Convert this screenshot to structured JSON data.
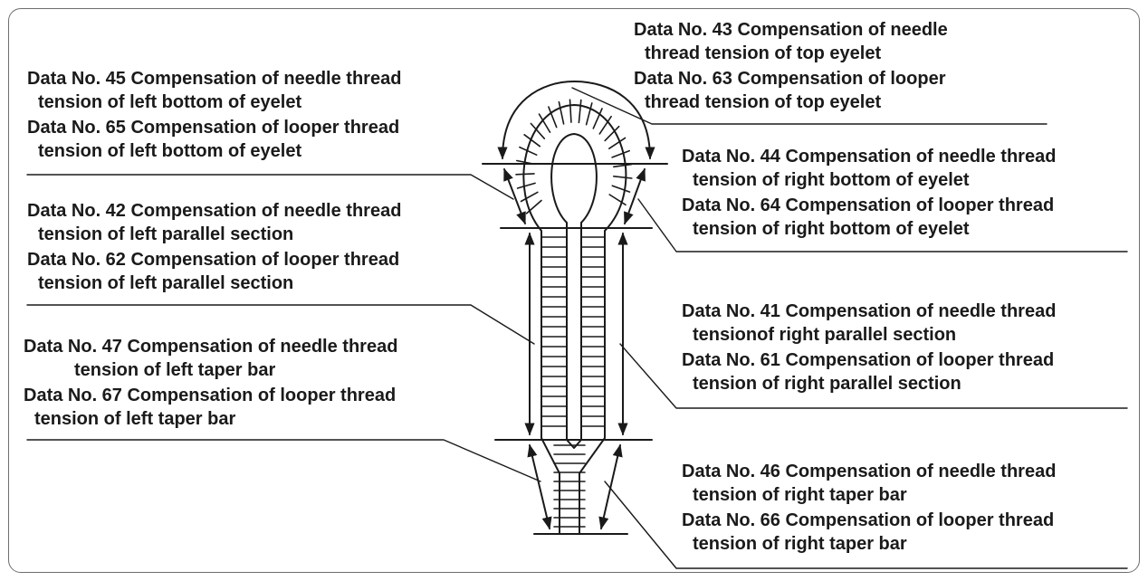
{
  "labels": {
    "top": {
      "line1": "Data No. 43  Compensation of needle",
      "line2": "thread tension of top eyelet",
      "line3": "Data No. 63  Compensation of looper",
      "line4": "thread tension of top eyelet"
    },
    "left_bottom": {
      "line1": "Data No. 45  Compensation of needle thread",
      "line2": "tension of left bottom of eyelet",
      "line3": "Data No. 65  Compensation of looper thread",
      "line4": "tension of left bottom of eyelet"
    },
    "right_bottom": {
      "line1": "Data No. 44  Compensation of needle thread",
      "line2": "tension of right bottom of eyelet",
      "line3": "Data No. 64  Compensation of looper thread",
      "line4": "tension of right bottom of eyelet"
    },
    "left_parallel": {
      "line1": "Data No. 42  Compensation of needle thread",
      "line2": "tension of left parallel section",
      "line3": "Data No. 62  Compensation of looper thread",
      "line4": "tension of left parallel section"
    },
    "right_parallel": {
      "line1": "Data No. 41  Compensation of needle thread",
      "line2": "tensionof right parallel section",
      "line3": "Data No. 61  Compensation of looper thread",
      "line4": "tension of right parallel section"
    },
    "left_taper": {
      "line1": "Data No. 47  Compensation of needle thread",
      "line2": "tension of left taper bar",
      "line3": "Data No. 67  Compensation of looper thread",
      "line4": "tension of left taper bar"
    },
    "right_taper": {
      "line1": "Data No. 46  Compensation of needle thread",
      "line2": "tension of right taper bar",
      "line3": "Data No. 66  Compensation of looper thread",
      "line4": "tension of right taper bar"
    }
  },
  "colors": {
    "ink": "#1a1a1a",
    "frame": "#6e6e6e",
    "background": "#ffffff"
  }
}
